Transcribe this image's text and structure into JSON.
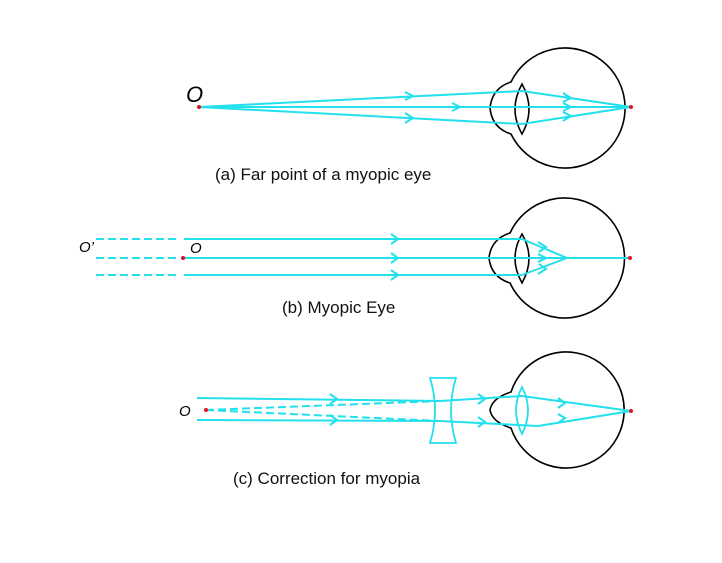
{
  "colors": {
    "ray": "#22e0ec",
    "point": "#e0141e",
    "outline": "#000000",
    "background": "#ffffff"
  },
  "diagram_a": {
    "caption": "(a) Far point of a myopic eye",
    "object_label": "O"
  },
  "diagram_b": {
    "caption": "(b) Myopic Eye",
    "object_label": "O",
    "infinity_label": "O’"
  },
  "diagram_c": {
    "caption": "(c) Correction for myopia",
    "object_label": "O"
  }
}
